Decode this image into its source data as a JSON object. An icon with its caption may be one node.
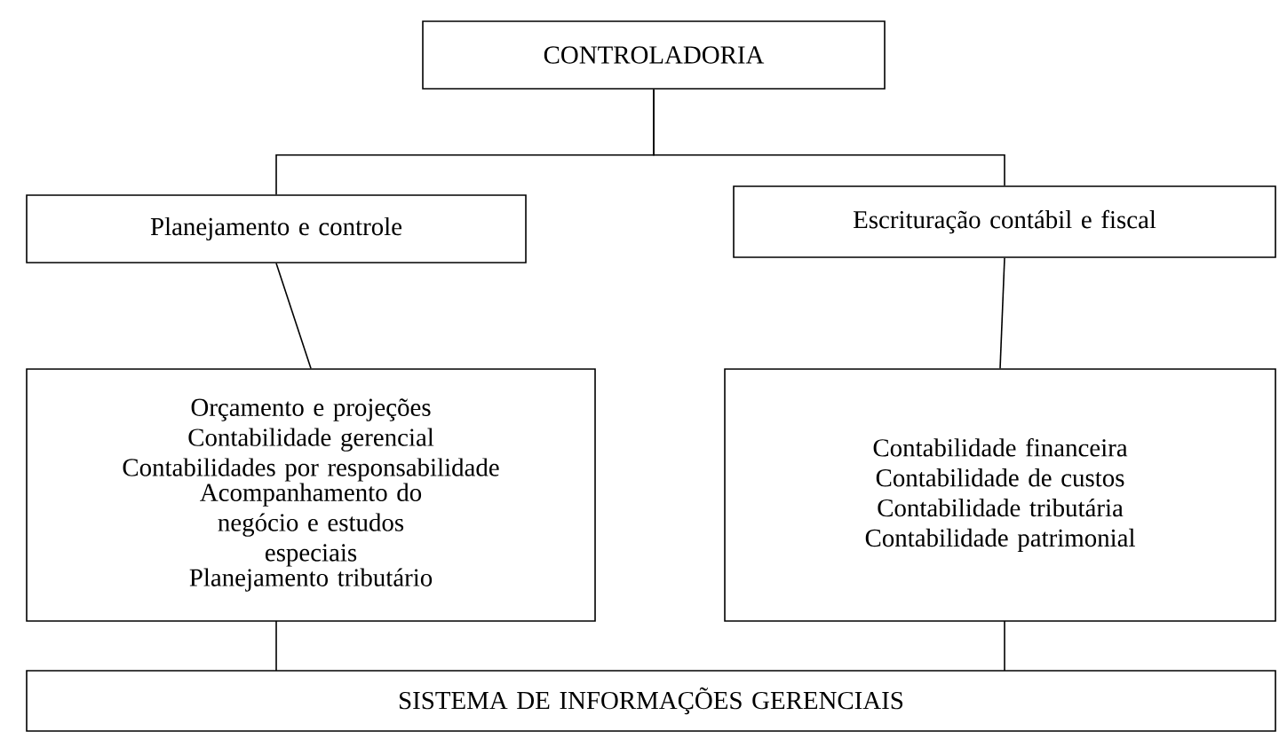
{
  "diagram": {
    "nodes": [
      {
        "text": [
          "CONTROLADORIA"
        ]
      },
      {
        "text": [
          "Planejamento e controle"
        ]
      },
      {
        "text": [
          "Escrituração contábil e fiscal"
        ]
      },
      {
        "text": [
          "Orçamento e projeções",
          "Contabilidade gerencial",
          "Contabilidades por responsabilidade",
          "Acompanhamento do negócio e estudos especiais",
          "Planejamento tributário"
        ]
      },
      {
        "text": [
          "Contabilidade financeira",
          "Contabilidade de custos",
          "Contabilidade tributária",
          "Contabilidade patrimonial"
        ]
      },
      {
        "text": [
          "SISTEMA DE INFORMAÇÕES GERENCIAIS"
        ]
      }
    ],
    "edges": [
      {
        "from": 0,
        "to": 1,
        "arrow": "none"
      },
      {
        "from": 0,
        "to": 2,
        "arrow": "none"
      },
      {
        "from": 1,
        "to": 3,
        "arrow": "none"
      },
      {
        "from": 2,
        "to": 4,
        "arrow": "none"
      },
      {
        "from": 3,
        "to": 5,
        "arrow": "none"
      },
      {
        "from": 4,
        "to": 5,
        "arrow": "none"
      }
    ]
  }
}
